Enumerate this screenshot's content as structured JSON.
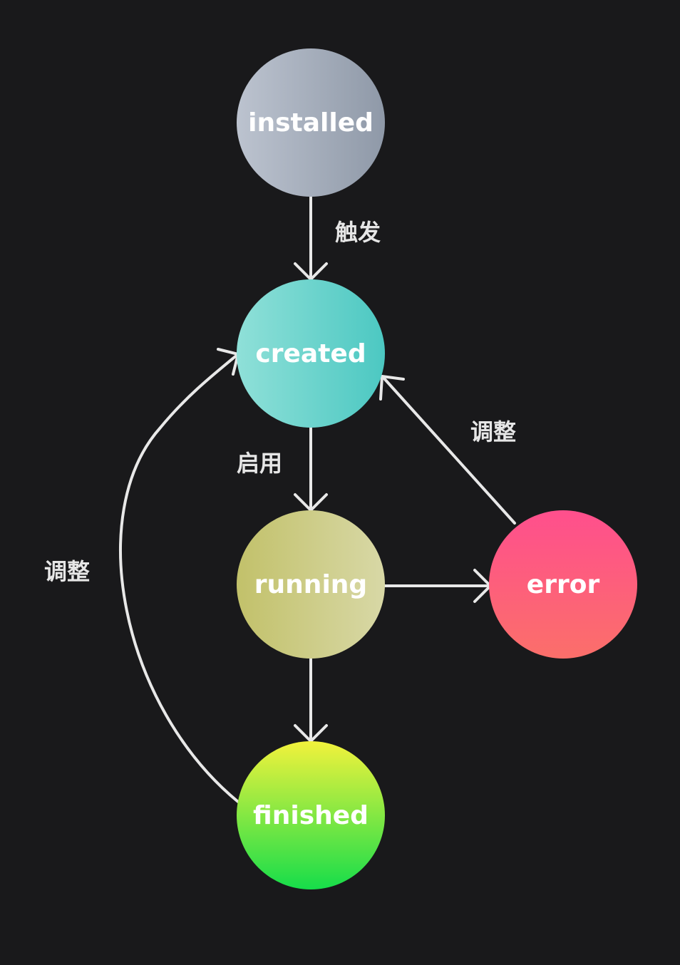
{
  "diagram": {
    "background": "#19191b",
    "line_color": "#e8e8e8",
    "nodes": {
      "installed": {
        "label": "installed",
        "colors": [
          "#bcc3cf",
          "#8f99a8"
        ]
      },
      "created": {
        "label": "created",
        "colors": [
          "#8fe0d8",
          "#4cc8c2"
        ]
      },
      "running": {
        "label": "running",
        "colors": [
          "#c2c16a",
          "#d8d8a6"
        ]
      },
      "error": {
        "label": "error",
        "colors": [
          "#ff4f8d",
          "#fb6f6a"
        ]
      },
      "finished": {
        "label": "finished",
        "colors": [
          "#f2f23c",
          "#16dd4a"
        ]
      }
    },
    "edges": {
      "installed_to_created": {
        "label": "触发"
      },
      "created_to_running": {
        "label": "启用"
      },
      "error_to_created": {
        "label": "调整"
      },
      "finished_to_created": {
        "label": "调整"
      },
      "running_to_error": {
        "label": ""
      },
      "running_to_finished": {
        "label": ""
      }
    }
  }
}
